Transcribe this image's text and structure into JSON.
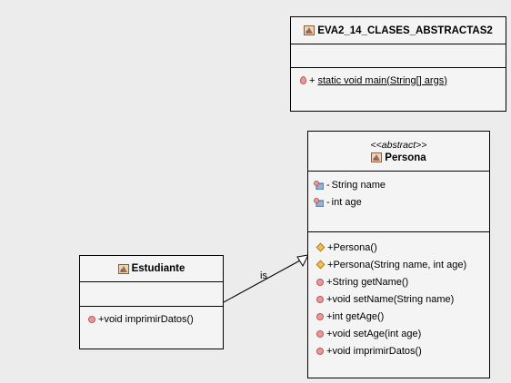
{
  "classes": {
    "main": {
      "name": "EVA2_14_CLASES_ABSTRACTAS2",
      "methods": [
        {
          "visibility": "+",
          "text": "static void main(String[] args)",
          "icon": "static-method-icon"
        }
      ]
    },
    "persona": {
      "stereotype": "<<abstract>>",
      "name": "Persona",
      "attributes": [
        {
          "visibility": "-",
          "text": "String name",
          "icon": "field-icon"
        },
        {
          "visibility": "-",
          "text": "int age",
          "icon": "field-icon"
        }
      ],
      "methods": [
        {
          "visibility": "+",
          "text": "Persona()",
          "icon": "constructor-icon"
        },
        {
          "visibility": "+",
          "text": "Persona(String name, int age)",
          "icon": "constructor-icon"
        },
        {
          "visibility": "+",
          "text": "String getName()",
          "icon": "method-icon"
        },
        {
          "visibility": "+",
          "text": "void setName(String name)",
          "icon": "method-icon"
        },
        {
          "visibility": "+",
          "text": "int getAge()",
          "icon": "method-icon"
        },
        {
          "visibility": "+",
          "text": "void setAge(int age)",
          "icon": "method-icon"
        },
        {
          "visibility": "+",
          "text": "void imprimirDatos()",
          "icon": "method-icon"
        }
      ]
    },
    "estudiante": {
      "name": "Estudiante",
      "methods": [
        {
          "visibility": "+",
          "text": "void imprimirDatos()",
          "icon": "method-icon"
        }
      ]
    }
  },
  "relationship": {
    "label": "is",
    "type": "generalization",
    "from": "Estudiante",
    "to": "Persona"
  },
  "colors": {
    "background": "#ececec",
    "class_fill": "#f4f4f4",
    "method_icon": "#e89a9a",
    "constructor_icon": "#f0c050"
  }
}
